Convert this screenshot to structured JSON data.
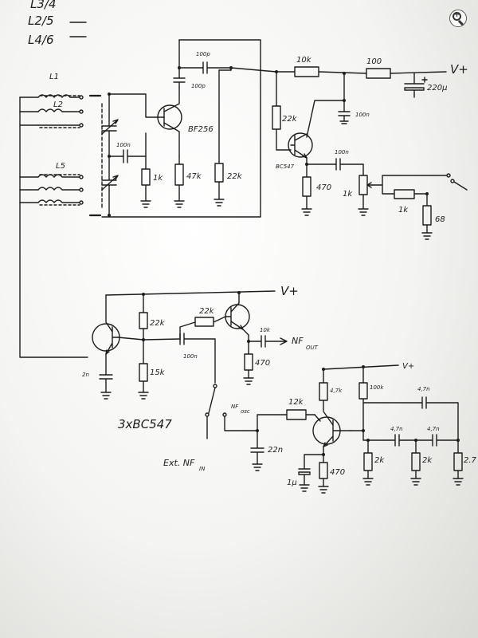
{
  "viewer": {
    "zoom_button_icon": "zoom-in-icon"
  },
  "schematic": {
    "coil_labels": {
      "l3_l4": "L3/4",
      "l2_l5": "L2/5",
      "l4_l6": "L4/6",
      "l1": "L1",
      "l2": "L2",
      "l5": "L5"
    },
    "supply": {
      "v_plus": "V+"
    },
    "oscillator_stage": {
      "transistor": "BF256",
      "c_100p_top": "100p",
      "c_100p": "100p",
      "c_100n": "100n",
      "r_1k": "1k",
      "r_47k": "47k",
      "r_22k": "22k"
    },
    "buffer_stage": {
      "r_10k": "10k",
      "r_100": "100",
      "c_220u": "220µ",
      "c_100n_sup": "100n",
      "r_22k": "22k",
      "transistor": "BC547",
      "r_470": "470",
      "c_100n_out": "100n",
      "pot_1k": "1k",
      "r_1k": "1k",
      "r_68": "68"
    },
    "audio_section": {
      "r_22k": "22k",
      "r_15k": "15k",
      "c_2n": "2n",
      "c_100n": "100n",
      "r_22k_2": "22k",
      "r_10k": "10k",
      "nf_out": "NF",
      "nf_out_sub": "OUT",
      "r_470": "470",
      "transistor_count": "3xBC547",
      "nf_osc": "NF",
      "nf_osc_sub": "osc",
      "ext_nf": "Ext. NF",
      "ext_nf_sub": "IN",
      "v_plus": "V+",
      "r_4_7k": "4,7k",
      "r_100k": "100k",
      "c_4_7n_top": "4,7n",
      "r_12k": "12k",
      "c_22n": "22n",
      "c_4_7n_a": "4,7n",
      "c_4_7n_b": "4,7n",
      "c_1u": "1µ",
      "r_470_b": "470",
      "r_2k": "2k",
      "r_2k_b": "2k",
      "r_2k_c": "2.7"
    }
  }
}
